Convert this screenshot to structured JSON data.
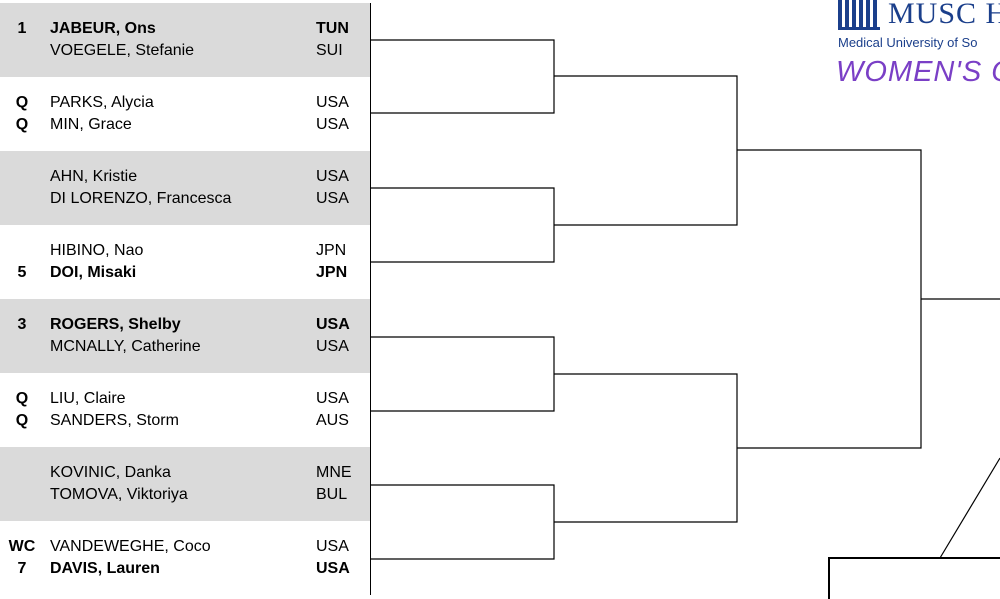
{
  "draw": [
    {
      "top_seed": "1",
      "top_name": "JABEUR, Ons",
      "top_country": "TUN",
      "top_bold": true,
      "bot_seed": "",
      "bot_name": "VOEGELE, Stefanie",
      "bot_country": "SUI",
      "bot_bold": false
    },
    {
      "top_seed": "Q",
      "top_name": "PARKS, Alycia",
      "top_country": "USA",
      "top_bold": false,
      "bot_seed": "Q",
      "bot_name": "MIN, Grace",
      "bot_country": "USA",
      "bot_bold": false
    },
    {
      "top_seed": "",
      "top_name": "AHN, Kristie",
      "top_country": "USA",
      "top_bold": false,
      "bot_seed": "",
      "bot_name": "DI LORENZO, Francesca",
      "bot_country": "USA",
      "bot_bold": false
    },
    {
      "top_seed": "",
      "top_name": "HIBINO, Nao",
      "top_country": "JPN",
      "top_bold": false,
      "bot_seed": "5",
      "bot_name": "DOI, Misaki",
      "bot_country": "JPN",
      "bot_bold": true
    },
    {
      "top_seed": "3",
      "top_name": "ROGERS, Shelby",
      "top_country": "USA",
      "top_bold": true,
      "bot_seed": "",
      "bot_name": "MCNALLY, Catherine",
      "bot_country": "USA",
      "bot_bold": false
    },
    {
      "top_seed": "Q",
      "top_name": "LIU, Claire",
      "top_country": "USA",
      "top_bold": false,
      "bot_seed": "Q",
      "bot_name": "SANDERS, Storm",
      "bot_country": "AUS",
      "bot_bold": false
    },
    {
      "top_seed": "",
      "top_name": "KOVINIC, Danka",
      "top_country": "MNE",
      "top_bold": false,
      "bot_seed": "",
      "bot_name": "TOMOVA, Viktoriya",
      "bot_country": "BUL",
      "bot_bold": false
    },
    {
      "top_seed": "WC",
      "top_name": "VANDEWEGHE, Coco",
      "top_country": "USA",
      "top_bold": false,
      "bot_seed": "7",
      "bot_name": "DAVIS, Lauren",
      "bot_country": "USA",
      "bot_bold": true
    }
  ],
  "logo": {
    "brand": "MUSC H",
    "university": "Medical University of So",
    "event": "WOMEN'S O"
  },
  "colors": {
    "row_shade": "#dadada",
    "brand_blue": "#1b3f8b",
    "event_purple": "#7a3fc6",
    "line": "#000000"
  }
}
